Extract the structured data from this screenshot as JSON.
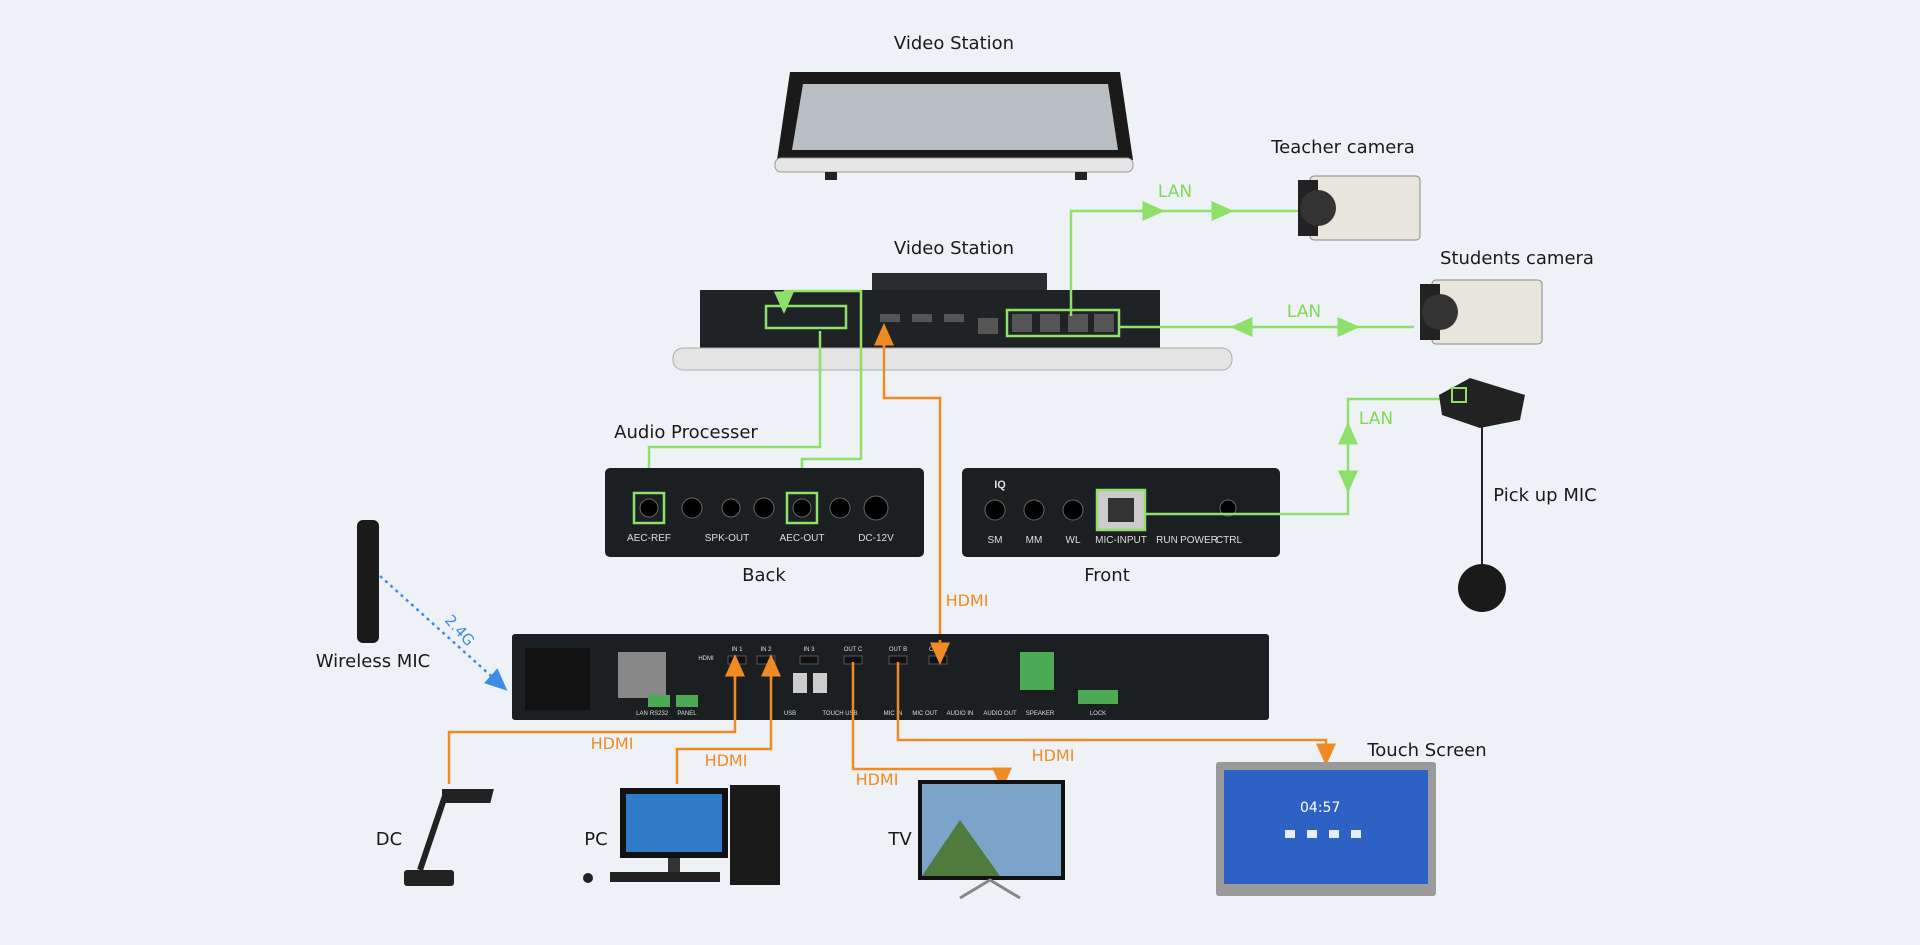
{
  "labels": {
    "video_station_top": "Video Station",
    "video_station_back": "Video Station",
    "teacher_camera": "Teacher camera",
    "students_camera": "Students camera",
    "audio_processer": "Audio Processer",
    "back": "Back",
    "front": "Front",
    "pickup_mic": "Pick up MIC",
    "wireless_mic": "Wireless MIC",
    "touch_screen": "Touch Screen",
    "dc": "DC",
    "pc": "PC",
    "tv": "TV"
  },
  "connections": {
    "lan": "LAN",
    "hdmi": "HDMI",
    "wireless": "2.4G"
  },
  "audio_back_ports": [
    "AEC-REF",
    "SPK-OUT",
    "AEC-OUT",
    "DC-12V"
  ],
  "audio_front_ports": [
    "SM",
    "MM",
    "WL",
    "MIC-INPUT",
    "RUN",
    "POWER",
    "CTRL"
  ],
  "audio_front_logo": "IQ",
  "main_box_ports": [
    "LAN",
    "RS232",
    "PANEL",
    "USB",
    "TOUCH USB",
    "MIC IN",
    "MIC OUT",
    "AUDIO IN",
    "AUDIO OUT",
    "SPEAKER",
    "LOCK",
    "IN 1",
    "IN 2",
    "IN 3",
    "OUT C",
    "OUT B",
    "OUT A",
    "HDMI"
  ],
  "touch_screen_clock": "04:57",
  "colors": {
    "lan": "#8ee06a",
    "hdmi": "#f08a24",
    "wireless": "#3a8ee6",
    "background": "#eef2f6"
  }
}
